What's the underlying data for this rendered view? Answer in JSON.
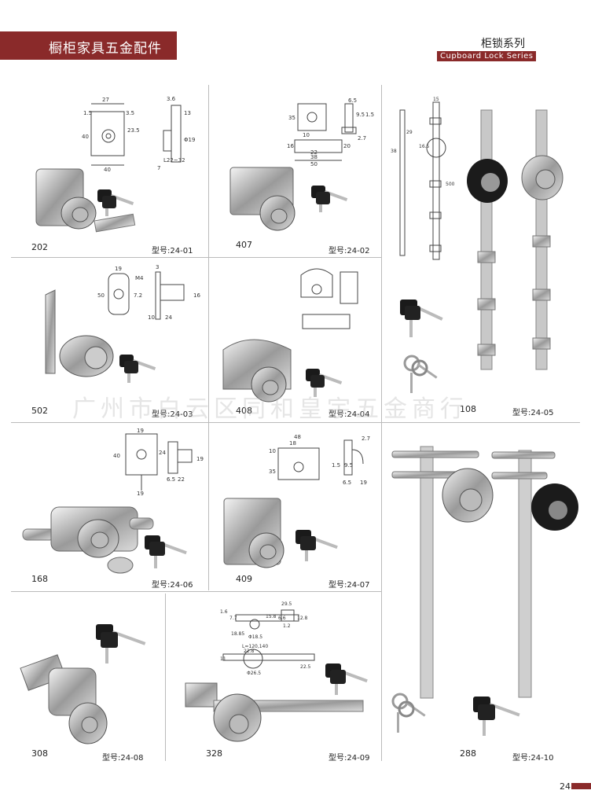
{
  "header": {
    "brand": "橱柜家具五金配件",
    "series_cn": "柜锁系列",
    "series_en": "Cupboard Lock Series"
  },
  "watermark": "广州市白云区同和皇宇五金商行",
  "products": [
    {
      "code": "202",
      "model": "型号:24-01"
    },
    {
      "code": "407",
      "model": "型号:24-02"
    },
    {
      "code": "502",
      "model": "型号:24-03"
    },
    {
      "code": "408",
      "model": "型号:24-04"
    },
    {
      "code": "108",
      "model": "型号:24-05"
    },
    {
      "code": "168",
      "model": "型号:24-06"
    },
    {
      "code": "409",
      "model": "型号:24-07"
    },
    {
      "code": "308",
      "model": "型号:24-08"
    },
    {
      "code": "328",
      "model": "型号:24-09"
    },
    {
      "code": "288",
      "model": "型号:24-10"
    }
  ],
  "dimensions": {
    "d1": [
      "27",
      "1.5",
      "3.5",
      "40",
      "23.5",
      "40",
      "3.6",
      "13",
      "Φ19",
      "7",
      "L22~32"
    ],
    "d2": [
      "35",
      "10",
      "16",
      "22",
      "38",
      "50",
      "6.5",
      "9.5",
      "1.5",
      "2.7",
      "20"
    ],
    "d3": [
      "15",
      "29",
      "16.5",
      "38",
      "500"
    ],
    "d4": [
      "19",
      "M4",
      "50",
      "7.2",
      "3",
      "16",
      "10",
      "24"
    ],
    "d6": [
      "19",
      "40",
      "24",
      "19",
      "6.5",
      "22",
      "19"
    ],
    "d7": [
      "48",
      "18",
      "10",
      "35",
      "2.7",
      "1.5",
      "9.5",
      "6.5",
      "19"
    ],
    "d9": [
      "29.5",
      "1.6",
      "7.7",
      "15.8",
      "6.6",
      "12.8",
      "1.2",
      "18.85",
      "Φ18.5",
      "L=120,140",
      "22.8",
      "11",
      "Φ26.5",
      "22.5"
    ]
  },
  "page_number": "24",
  "colors": {
    "accent": "#8a2a2a",
    "divider": "#bbbbbb"
  }
}
